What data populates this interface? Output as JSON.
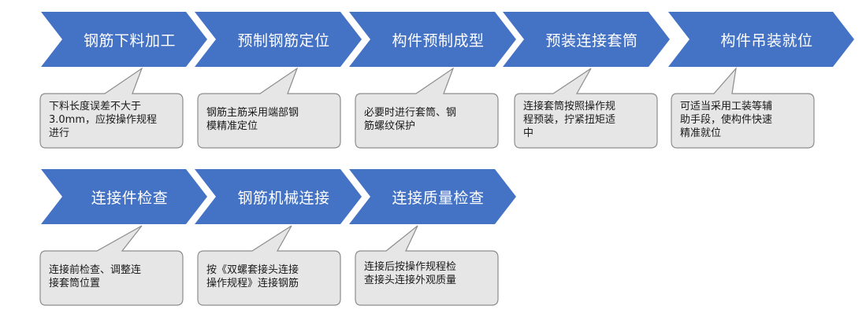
{
  "row1": [
    {
      "step": "钢筋下料加工",
      "note_lines": [
        "下料长度误差不大于",
        "3.0mm，应按操作规程",
        "进行"
      ]
    },
    {
      "step": "预制钢筋定位",
      "note_lines": [
        "钢筋主筋采用端部钢",
        "模精准定位"
      ]
    },
    {
      "step": "构件预制成型",
      "note_lines": [
        "必要时进行套筒、钢",
        "筋螺纹保护"
      ]
    },
    {
      "step": "预装连接套筒",
      "note_lines": [
        "连接套筒按照操作规",
        "程预装，拧紧扭矩适",
        "中"
      ]
    },
    {
      "step": "构件吊装就位",
      "note_lines": [
        "可适当采用工装等辅",
        "助手段，使构件快速",
        "精准就位"
      ]
    }
  ],
  "row2": [
    {
      "step": "连接件检查",
      "note_lines": [
        "连接前检查、调整连",
        "接套筒位置"
      ]
    },
    {
      "step": "钢筋机械连接",
      "note_lines": [
        "按《双螺套接头连接",
        "操作规程》连接钢筋"
      ]
    },
    {
      "step": "连接质量检查",
      "note_lines": [
        "连接后按操作规程检",
        "查接头连接外观质量"
      ]
    }
  ],
  "colors": {
    "chevron": "#4472c4",
    "callout_fill": "#e6e6e6",
    "callout_stroke": "#8c8c8c"
  }
}
